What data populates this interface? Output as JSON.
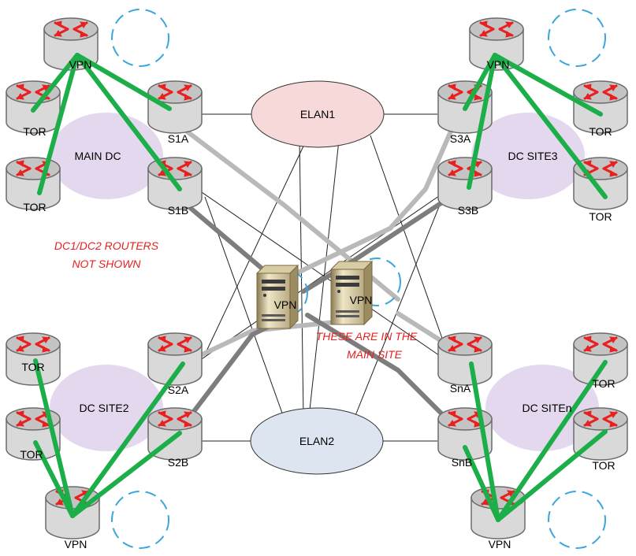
{
  "colors": {
    "green_link": "#1cae48",
    "light_gray_link": "#b9b9b9",
    "dark_gray_link": "#7d7d7d",
    "thin_line": "#222222",
    "dashed_circle": "#3aa6dc",
    "dc_ellipse": "#e4d8ee",
    "elan1_fill": "#f7d9d9",
    "elan2_fill": "#dde5f0",
    "note_red": "#e8201f",
    "router_arrow": "#e8201f"
  },
  "elans": {
    "elan1": "ELAN1",
    "elan2": "ELAN2"
  },
  "dc_labels": {
    "main": "MAIN DC",
    "site3": "DC SITE3",
    "site2": "DC SITE2",
    "siten": "DC SITEn"
  },
  "routers": {
    "vpn": "VPN",
    "tor": "TOR",
    "s1a": "S1A",
    "s1b": "S1B",
    "s3a": "S3A",
    "s3b": "S3B",
    "s2a": "S2A",
    "s2b": "S2B",
    "sna": "SnA",
    "snb": "SnB"
  },
  "servers": {
    "vpn1": "VPN",
    "vpn2": "VPN"
  },
  "notes": {
    "dc_routers_line1": "DC1/DC2 ROUTERS",
    "dc_routers_line2": "NOT SHOWN",
    "main_site_line1": "THESE ARE IN THE",
    "main_site_line2": "MAIN SITE"
  }
}
